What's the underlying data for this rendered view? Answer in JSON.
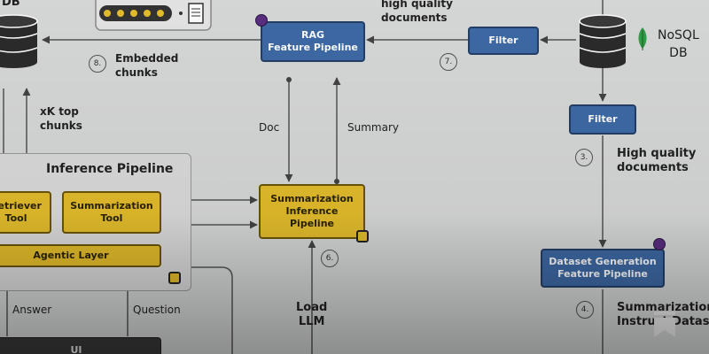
{
  "diagram": {
    "labels": {
      "db_left": "DB",
      "embedded_chunks": "Embedded\nchunks",
      "xk_top_chunks": "xK top\nchunks",
      "high_quality_documents_top": "high quality\ndocuments",
      "nosql_db": "NoSQL\nDB",
      "doc": "Doc",
      "summary": "Summary",
      "high_quality_documents_right": "High quality\ndocuments",
      "answer": "Answer",
      "question": "Question",
      "load_llm": "Load\nLLM",
      "summarization_instruct_dataset": "Summarization\nInstruct Dataset"
    },
    "steps": {
      "s8": "8.",
      "s7": "7.",
      "s3": "3.",
      "s6": "6.",
      "s4": "4."
    },
    "nodes": {
      "rag_feature_pipeline": "RAG\nFeature Pipeline",
      "filter_top": "Filter",
      "filter_right": "Filter",
      "summarization_inference_pipeline": "Summarization\nInference\nPipeline",
      "dataset_generation_feature_pipeline": "Dataset Generation\nFeature Pipeline",
      "retriever_tool": "Retriever\nTool",
      "summarization_tool": "Summarization\nTool",
      "agentic_layer": "Agentic Layer",
      "ui": "UI"
    },
    "containers": {
      "inference_pipeline_title": "Inference Pipeline"
    },
    "colors": {
      "blue_node": "#3e6aa6",
      "yellow_node": "#e5be2c",
      "mongodb_leaf": "#2f9e44",
      "badge": "#5a2d82"
    },
    "icons": {
      "database": "database-icon",
      "leaf": "mongodb-leaf-icon",
      "lock": "lock-icon",
      "badge": "pipeline-badge-icon",
      "password": "password-dots-icon",
      "document": "document-icon",
      "bookmark": "bookmark-icon"
    }
  }
}
